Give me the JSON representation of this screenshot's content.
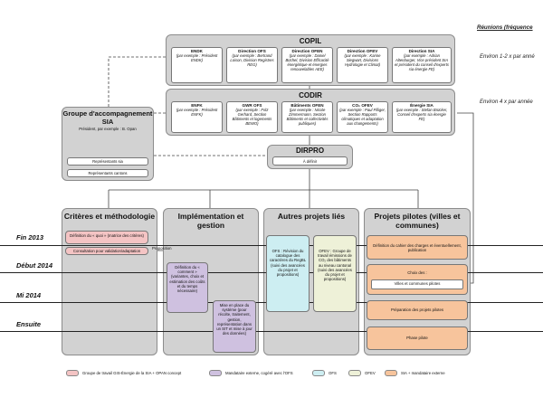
{
  "reunions_header": "Réunions (fréquence",
  "freq_copil": "Environ 1-2 x par anné",
  "freq_codir": "Environ 4 x par année",
  "copil": {
    "title": "COPIL",
    "boxes": [
      {
        "title": "ENDK",
        "body": "(par exemple : Président ENDK)"
      },
      {
        "title": "Direction OFS",
        "body": "(par exemple : Bertrand Loison, Division Registres REG)"
      },
      {
        "title": "Direction OFEN",
        "body": "(par exemple : Daniel Büchel, Division Efficacité énergétique et énergies renouvelables AEE)"
      },
      {
        "title": "Direction OFEV",
        "body": "(par exemple : Karine Siegwart, Divisions Hydrologie et Climat)"
      },
      {
        "title": "Direction SIA",
        "body": "(par exemple : Adrian Altenburger, Vice président SIA et président du conseil d'experts sia énergie FE)"
      }
    ]
  },
  "codir": {
    "title": "CODIR",
    "boxes": [
      {
        "title": "ENFK",
        "body": "(par exemple : Président ENFK)"
      },
      {
        "title": "GWR OFS",
        "body": "(par exemple : Fritz Gerhard, Section Bâtiments et logements BEWO)"
      },
      {
        "title": "Bâtiments OFEN",
        "body": "(par exemple : Nicole Zimmermann, Section Bâtiments et collectivités publiques)"
      },
      {
        "title": "CO₂ OFEV",
        "body": "(par exemple : Paul Filliger, Section Rapports climatiques et adaptation aux changements)"
      },
      {
        "title": "Énergie SIA",
        "body": "(par exemple : Stefan Brücker, Conseil d'experts sia énergie FE)"
      }
    ]
  },
  "groupe": {
    "title": "Groupe d'accompagnement SIA",
    "subtitle": "Président, par exemple : B. Opan",
    "items": [
      "Représentants sia",
      "Représentants cantons"
    ]
  },
  "dirpro": {
    "title": "DIRPRO",
    "item": "À définir"
  },
  "columns": [
    {
      "title": "Critères et méthodologie"
    },
    {
      "title": "Implémentation et gestion"
    },
    {
      "title": "Autres projets liés"
    },
    {
      "title": "Projets pilotes (villes et communes)"
    }
  ],
  "rows": [
    "Fin 2013",
    "Début 2014",
    "Mi 2014",
    "Ensuite"
  ],
  "items": {
    "definition_quoi": "Définition du « quoi » (matrice des critères)",
    "consultation": "Consultation pour validation/adaptation",
    "proposition": "Proposition",
    "definition_comment": "Définition du « comment » (variantes, choix et estimation des coûts et du temps nécessaire)",
    "mise_en_place": "Mise en place du système (pour récolte, traitement, gestion, représentation dans un SIT et mise à jour des données)",
    "ofs": "OFS : Révision du catalogue des caractères du RegBL (suivi des avancées du projet et propositions)",
    "ofev": "OFEV : Groupe de travail émissions de CO₂ des bâtiments au niveau cantonal (suivi des avancées du projet et propositions)",
    "cahier": "Définition du cahier des charges et éventuellement, publication",
    "choix": "Choix des :",
    "villes": "Villes et communes pilotes",
    "preparation": "Préparation des projets pilotes",
    "phase": "Phase pilote"
  },
  "legend": [
    {
      "label": "Groupe de travail GIS-Énergie de la SIA + OPAN concept",
      "color": "#f4c4c4"
    },
    {
      "label": "Mandataire externe, cogéré avec l'OFS",
      "color": "#cfc1e0"
    },
    {
      "label": "OFS",
      "color": "#cdeef2"
    },
    {
      "label": "OFEV",
      "color": "#eef1d8"
    },
    {
      "label": "SIA + mandataire externe",
      "color": "#f7c49c"
    }
  ]
}
